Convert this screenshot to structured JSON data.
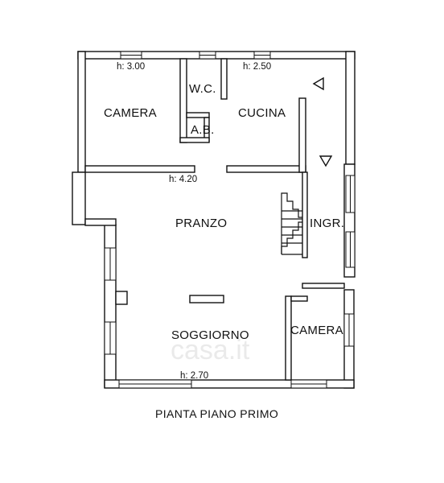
{
  "plan": {
    "caption": "PIANTA PIANO PRIMO",
    "watermark": "casa.it",
    "rooms": {
      "camera_top": "CAMERA",
      "wc": "W.C.",
      "ab": "A.B.",
      "cucina": "CUCINA",
      "pranzo": "PRANZO",
      "ingr": "INGR.",
      "soggiorno": "SOGGIORNO",
      "camera_bottom": "CAMERA"
    },
    "heights": {
      "camera_top": "h: 3.00",
      "cucina": "h: 2.50",
      "pranzo": "h: 4.20",
      "soggiorno": "h: 2.70"
    },
    "colors": {
      "line": "#111111",
      "background": "#ffffff",
      "watermark": "#d9d9d9"
    }
  }
}
